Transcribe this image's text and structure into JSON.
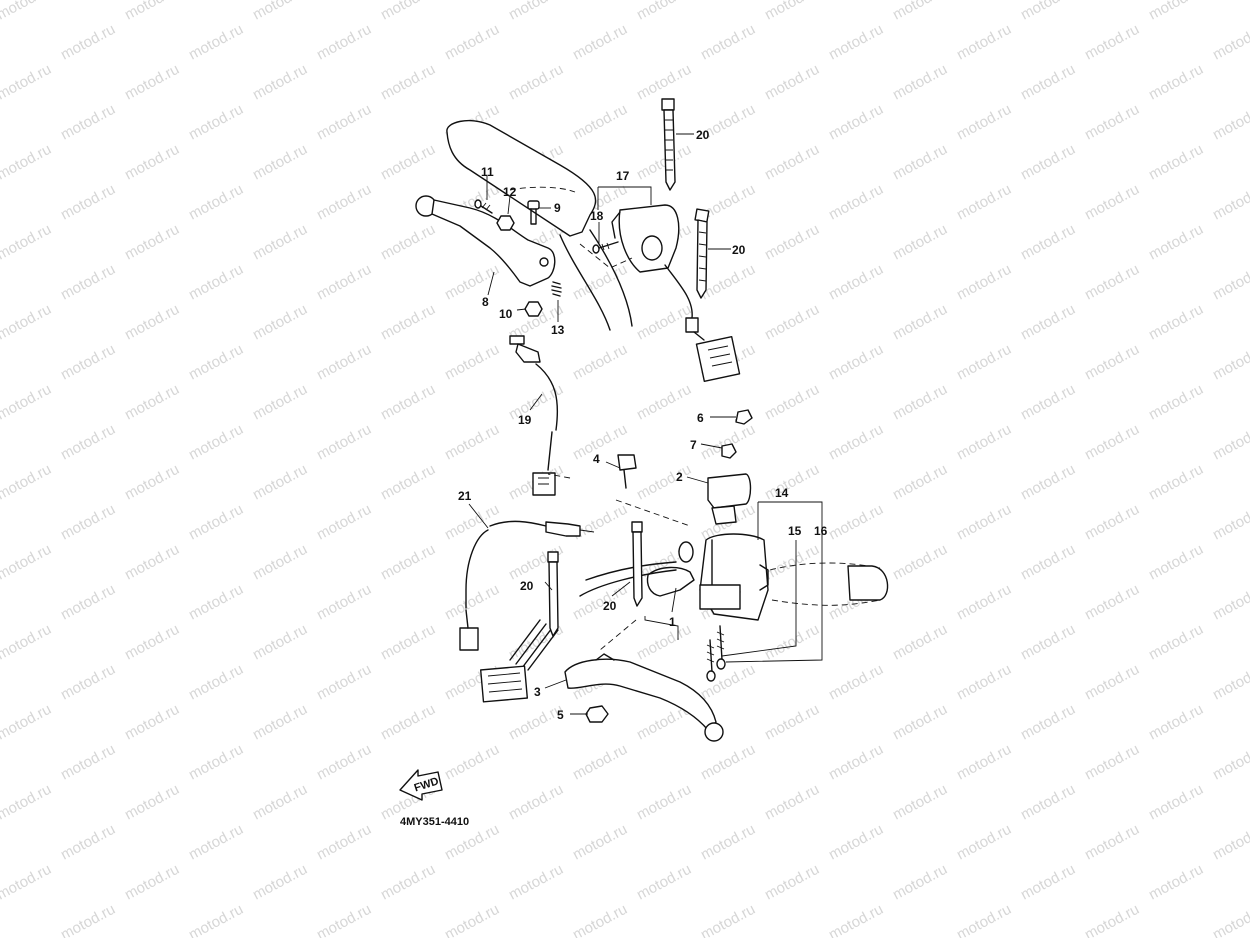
{
  "watermark": {
    "text": "motod.ru"
  },
  "diagram": {
    "reference_code": "4MY351-4410",
    "fwd_label": "FWD",
    "callouts": [
      "1",
      "2",
      "3",
      "4",
      "5",
      "6",
      "7",
      "8",
      "9",
      "10",
      "11",
      "12",
      "13",
      "14",
      "15",
      "16",
      "17",
      "18",
      "19",
      "20",
      "21"
    ]
  }
}
